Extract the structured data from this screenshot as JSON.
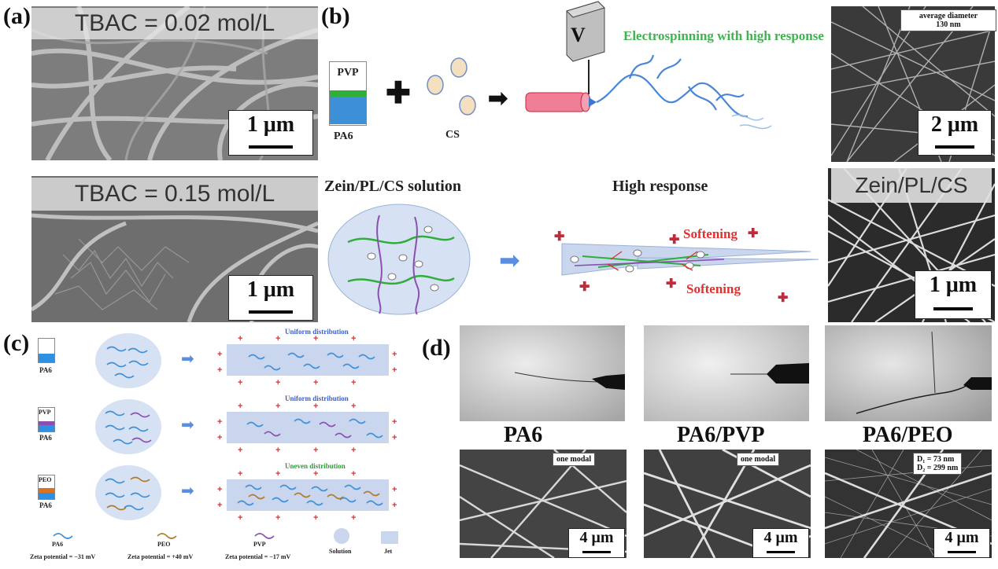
{
  "panels": {
    "a": {
      "label": "(a)",
      "top": {
        "annotation": "TBAC = 0.02 mol/L",
        "scale": "1 μm"
      },
      "bottom": {
        "annotation": "TBAC = 0.15 mol/L",
        "scale": "1 μm"
      }
    },
    "b": {
      "label": "(b)",
      "voltage": "V",
      "pvp": "PVP",
      "pa6": "PA6",
      "cs": "CS",
      "process_title": "Electrospinning with high response",
      "sem_top": {
        "annotation_line1": "average diameter",
        "annotation_line2": "130 nm",
        "scale": "2 μm"
      },
      "solution_title": "Zein/PL/CS solution",
      "response_title": "High response",
      "softening_top": "Softening",
      "softening_bottom": "Softening",
      "sem_bottom": {
        "annotation": "Zein/PL/CS",
        "scale": "1 μm"
      }
    },
    "c": {
      "label": "(c)",
      "rows": [
        {
          "vial_top": "",
          "vial_bottom": "PA6",
          "distribution": "Uniform distribution",
          "dist_color": "#3a5fc8"
        },
        {
          "vial_top": "PVP",
          "vial_bottom": "PA6",
          "distribution": "Uniform distribution",
          "dist_color": "#3a5fc8"
        },
        {
          "vial_top": "PEO",
          "vial_bottom": "PA6",
          "distribution": "Uneven distribution",
          "dist_color": "#2e9a3a"
        }
      ],
      "legend": [
        {
          "name": "PA6",
          "zeta": "Zeta potential = −31 mV"
        },
        {
          "name": "PEO",
          "zeta": "Zeta potential = +40 mV"
        },
        {
          "name": "PVP",
          "zeta": "Zeta potential = −17 mV"
        },
        {
          "name": "Solution",
          "zeta": ""
        },
        {
          "name": "Jet",
          "zeta": ""
        }
      ]
    },
    "d": {
      "label": "(d)",
      "columns": [
        {
          "name": "PA6",
          "annotation_line1": "one modal",
          "annotation_line2": "",
          "scale": "4 μm"
        },
        {
          "name": "PA6/PVP",
          "annotation_line1": "one modal",
          "annotation_line2": "",
          "scale": "4 μm"
        },
        {
          "name": "PA6/PEO",
          "annotation_line1": "D₁ = 73 nm",
          "annotation_line2": "D₂ = 299 nm",
          "scale": "4 μm"
        }
      ]
    }
  },
  "colors": {
    "pa6_blue": "#3d8fd8",
    "pvp_purple": "#8a4fb0",
    "peo_brown": "#b07a2a",
    "charge_red": "#d02828",
    "softening_red": "#e03030",
    "process_green": "#3fb34f",
    "solution_fill": "#d6e2f4",
    "jet_fill": "#c9d6ee"
  }
}
